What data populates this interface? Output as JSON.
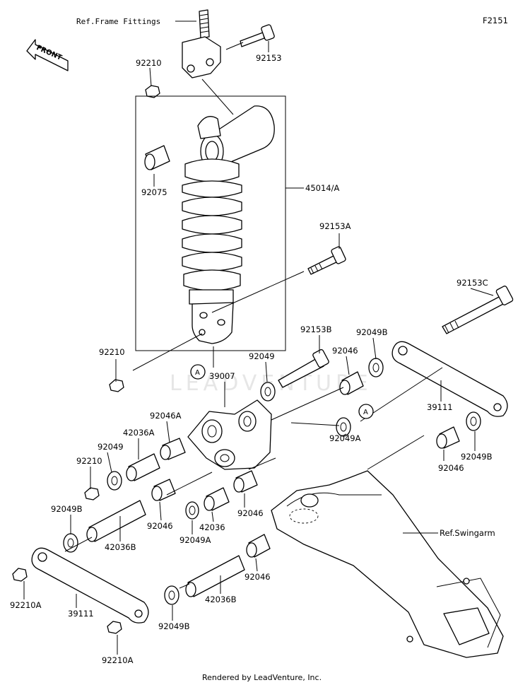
{
  "diagram_code": "F2151",
  "front_label": "FRONT",
  "watermark": "LEADVENTURE",
  "footer": "Rendered by LeadVenture, Inc.",
  "callouts": {
    "ref_frame": "Ref.Frame Fittings",
    "p92153_top": "92153",
    "p92210_top": "92210",
    "p92075": "92075",
    "p45014": "45014/A",
    "p92153a": "92153A",
    "p92153c": "92153C",
    "p92210_mid": "92210",
    "circle_a1": "A",
    "p92153b": "92153B",
    "p92049b_top": "92049B",
    "p92049_mid": "92049",
    "p92046_mid": "92046",
    "p39007": "39007",
    "circle_a2": "A",
    "p39111_right": "39111",
    "p92046a": "92046A",
    "p42036a": "42036A",
    "p92049_left": "92049",
    "p92210_left": "92210",
    "p92049a_right": "92049A",
    "p92046_right": "92046",
    "p92049b_right": "92049B",
    "p92049b_left": "92049B",
    "p92046_c1": "92046",
    "p42036": "42036",
    "p92046_c2": "92046",
    "p92049a_c": "92049A",
    "p42036b_left": "42036B",
    "ref_swingarm": "Ref.Swingarm",
    "p92210a_left": "92210A",
    "p39111_left": "39111",
    "p92049b_bottom": "92049B",
    "p92046_bottom": "92046",
    "p42036b_bottom": "42036B",
    "p92210a_bottom": "92210A"
  }
}
